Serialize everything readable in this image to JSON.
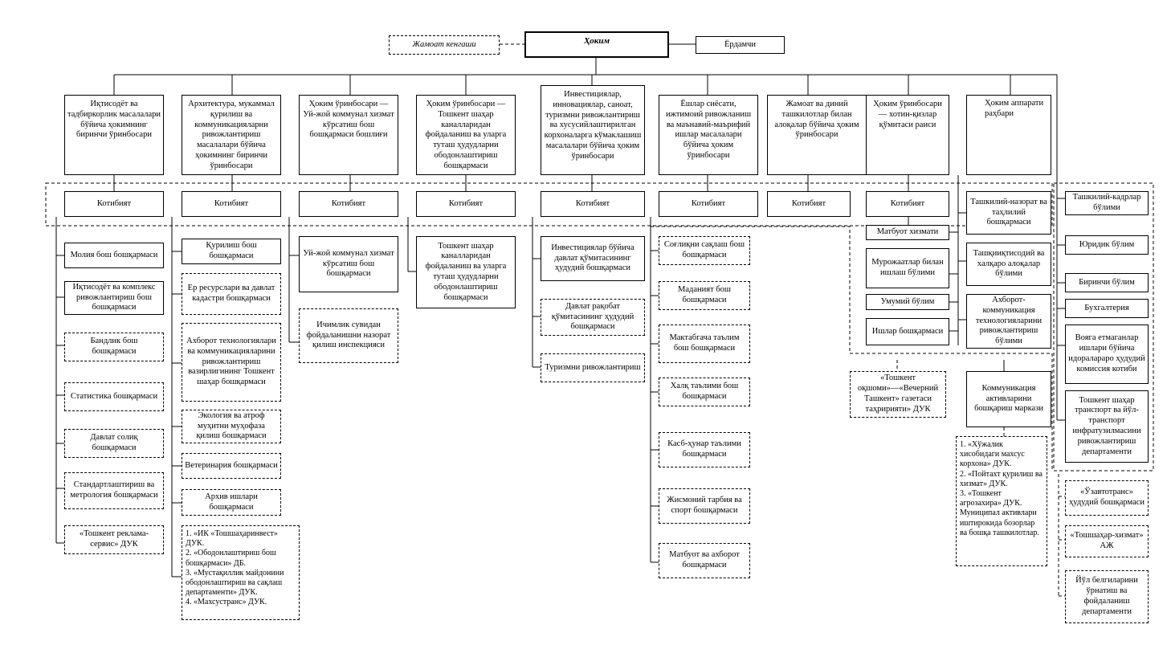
{
  "head": {
    "hokim": "Ҳоким",
    "jamoat": "Жамоат кенгаши",
    "yordamchi": "Ёрдамчи"
  },
  "deputies": [
    "Иқтисодёт ва тадбиркорлик масалалари бўйича ҳокимнинг биринчи ўринбосари",
    "Архитектура, мукаммал қурилиш ва коммуникацияларни ривожлантириш масалалари бўйича ҳокимнинг биринчи ўринбосари",
    "Ҳоким ўринбосари — Уй-жой коммунал хизмат кўрсатиш бош бошқармаси бошлиғи",
    "Ҳоким ўринбосари — Тошкент шаҳар каналларидан фойдаланиш ва уларга туташ ҳудудларни ободонлаштириш бошқармаси",
    "Инвестициялар, инновациялар, саноат, туризмни ривожлантириш ва хусусийлаштирилган корхоналарга кўмаклашиш масалалари бўйича ҳоким ўринбосари",
    "Ёшлар сиёсати, ижтимоий ривожланиш ва маънавий-маърифий ишлар масалалари бўйича ҳоким ўринбосари",
    "Жамоат ва диний ташкилотлар билан алоқалар бўйича ҳоким ўринбосари",
    "Ҳоким ўринбосари — хотин-қизлар қўмитаси раиси",
    "Ҳоким аппарати раҳбари"
  ],
  "secretariat": "Котибият",
  "col1": [
    "Молия бош бошқармаси",
    "Иқтисодёт ва комплекс ривожлантириш бош бошқармаси",
    "Бандлик бош бошқармаси",
    "Статистика бошқармаси",
    "Давлат солиқ бошқармаси",
    "Стандартлаштириш ва метрология бошқармаси",
    "«Тошкент реклама-сервис» ДУК"
  ],
  "col2": [
    "Қурилиш бош бошқармаси",
    "Ер ресурслари ва давлат кадастри бошқармаси",
    "Ахборот технологиялари ва коммуникацияларини ривожлантириш вазирлигининг Тошкент шаҳар бошқармаси",
    "Экология ва атроф муҳитни муҳофаза қилиш бошқармаси",
    "Ветеринария бошқармаси",
    "Архив ишлари бошқармаси",
    "1. «ИК «Тошшаҳаринвест» ДУК.\n2. «Ободонлаштириш бош бошқармаси» ДБ.\n3. «Мустақиллик майдонини ободонлаштириш ва сақлаш департаменти» ДУК.\n4. «Махсустранс» ДУК."
  ],
  "col3": [
    "Уй-жой коммунал хизмат кўрсатиш бош бошқармаси",
    "Ичимлик сувидан фойдаланишни назорат қилиш инспекцияси"
  ],
  "col4": [
    "Тошкент шаҳар каналларидан фойдаланиш ва уларга туташ ҳудудларни ободонлаштириш бошқармаси"
  ],
  "col5": [
    "Инвестициялар бўйича давлат қўмитасининг ҳудудий бошқармаси",
    "Давлат рақобат қўмитасининг ҳудудий бошқармаси",
    "Туризмни ривожлантириш"
  ],
  "col6": [
    "Соғлиқни сақлаш бош бошқармаси",
    "Маданият бош бошқармаси",
    "Мактабгача таълим бош бошқармаси",
    "Халқ таълими бош бошқармаси",
    "Касб-ҳунар таълими бошқармаси",
    "Жисмоний тарбия ва спорт бошқармаси",
    "Матбуот ва ахборот бошқармаси"
  ],
  "col8": [
    "Матбуот хизмати",
    "Мурожаатлар билан ишлаш бўлими",
    "Умумий бўлим",
    "Ишлар бошқармаси"
  ],
  "col9": [
    "Ташкилий-назорат ва таҳлилий бошқармаси",
    "Ташқииқтисодий ва халқаро алоқалар бўлими",
    "Ахборот-коммуникация технологияларини ривожлантириш бўлими"
  ],
  "col10": [
    "Ташкилий-кадрлар бўлими",
    "Юридик бўлим",
    "Биринчи бўлим",
    "Бухгалтерия",
    "Вояга етмаганлар ишлари бўйича идоралараро ҳудудий комиссия котиби",
    "Тошкент шаҳар транспорт ва йўл-транспорт инфратузилмасини ривожлантириш департаменти",
    "«Ўзавтотранс» ҳудудий бошқармаси",
    "«Тошшаҳар-хизмат» АЖ",
    "Йўл белгиларини ўрнатиш ва фойдаланиш департаменти"
  ],
  "bottom": {
    "gazeta": "«Тошкент оқшоми»—«Вечерний Ташкент» газетаси таҳририяти» ДУК",
    "communal_center": "Коммуникация активларини бошқариш маркази",
    "communal_list": "1. «Хўжалик хисобидаги махсус корхона» ДУК.\n2. «Пойтахт қурилиш ва хизмат» ДУК.\n3. «Тошкент агрозахира» ДУК. Муниципал активлари иштирокида бозорлар ва бошқа ташкилотлар."
  }
}
